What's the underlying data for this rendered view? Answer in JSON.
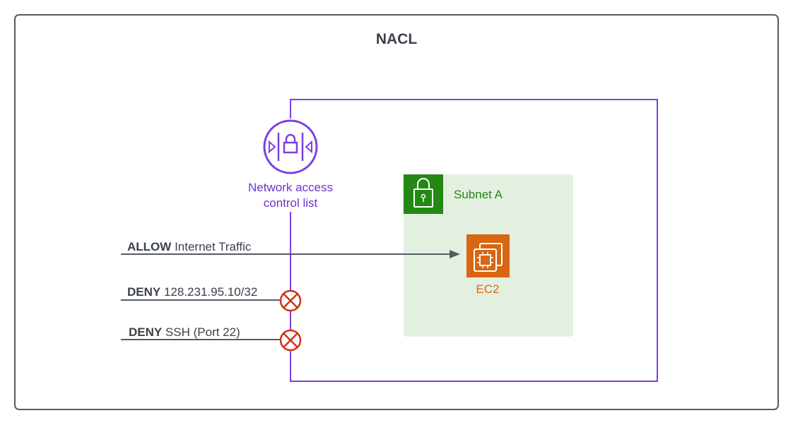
{
  "diagram": {
    "title": "NACL",
    "nacl": {
      "label_line1": "Network access",
      "label_line2": "control list",
      "icon": "network-access-control-list-icon"
    },
    "subnet": {
      "label": "Subnet A",
      "icon": "lock-icon"
    },
    "ec2": {
      "label": "EC2",
      "icon": "ec2-chip-icon"
    },
    "rules": [
      {
        "action": "ALLOW",
        "text": "Internet Traffic",
        "result": "allowed"
      },
      {
        "action": "DENY",
        "text": "128.231.95.10/32",
        "result": "blocked"
      },
      {
        "action": "DENY",
        "text": "SSH (Port 22)",
        "result": "blocked"
      }
    ]
  },
  "colors": {
    "outer_border": "#545b64",
    "nacl_purple": "#7d3fe0",
    "subnet_green": "#248814",
    "subnet_fill": "#e3f0e0",
    "ec2_orange": "#d86613",
    "deny_red": "#d13212",
    "text_dark": "#3b4149"
  }
}
